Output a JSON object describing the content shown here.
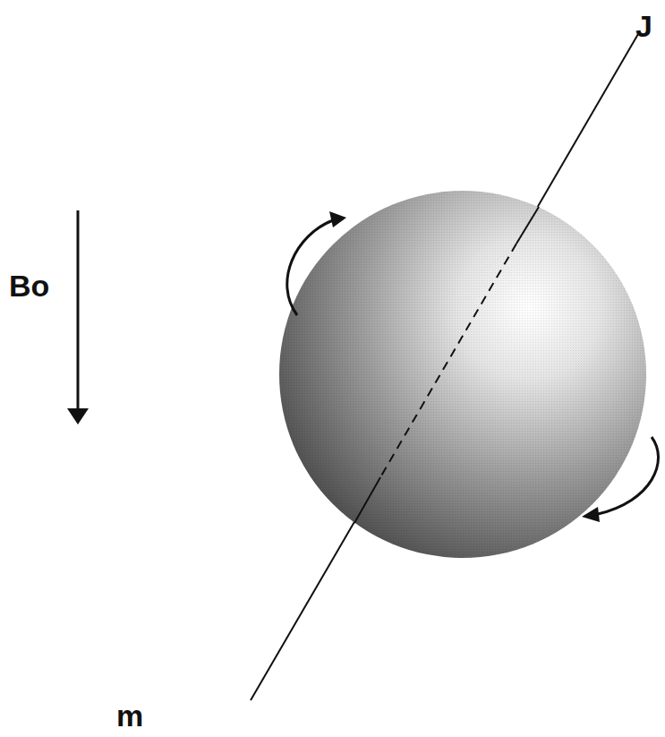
{
  "diagram": {
    "labels": [
      "J",
      "Bo",
      "m"
    ]
  }
}
